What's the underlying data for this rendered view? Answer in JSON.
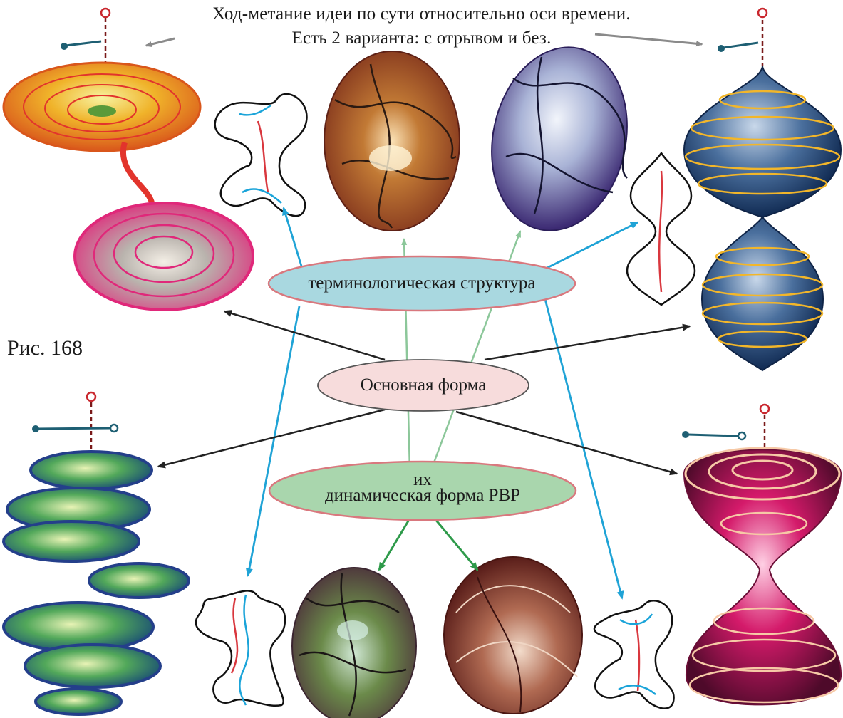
{
  "header": {
    "line1": "Ход-метание идеи по сути относительно оси времени.",
    "line2": "Есть 2 варианта: с отрывом и без."
  },
  "figure_label": "Рис. 168",
  "nodes": {
    "terminology": "терминологическая структура",
    "basic_form": "Основная форма",
    "dynamic_line1": "их",
    "dynamic_line2": "динамическая форма РВР"
  },
  "colors": {
    "terminology_fill": "#a9d8e0",
    "terminology_border": "#d9787e",
    "basic_fill": "#f7dcdc",
    "dynamic_fill": "#a9d6ad",
    "arrow_blue": "#1fa3d6",
    "arrow_black": "#222222",
    "arrow_green": "#2e9a4a",
    "arrow_lightgreen": "#8cc79a",
    "arrow_gray": "#8a8a8a"
  }
}
